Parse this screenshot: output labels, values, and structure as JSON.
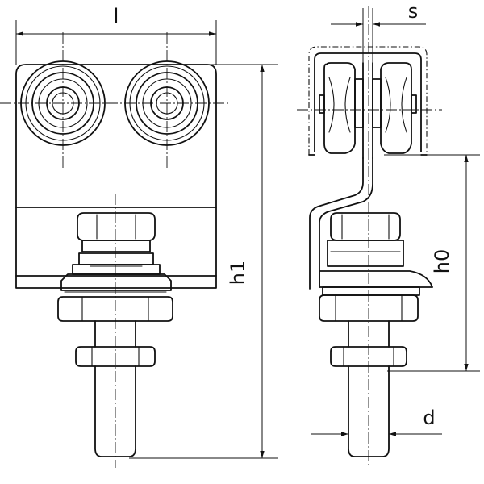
{
  "dimensions": {
    "l": "l",
    "h1": "h1",
    "s": "s",
    "h0": "h0",
    "d": "d"
  },
  "colors": {
    "line": "#111111",
    "background": "#ffffff"
  }
}
